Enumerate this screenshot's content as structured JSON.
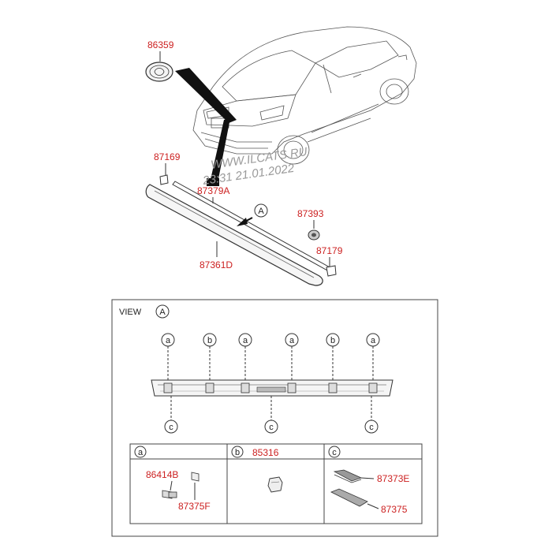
{
  "colors": {
    "part_number": "#cc2020",
    "line": "#333333",
    "watermark": "#9a9a9a"
  },
  "parts": {
    "emblem": "86359",
    "clip_left": "87169",
    "tape": "87379A",
    "grommet": "87393",
    "clip_right": "87179",
    "garnish": "87361D"
  },
  "watermark": {
    "line1": "WWW.ILCATS.RU",
    "line2": "23:31 21.01.2022"
  },
  "view_pointer": "A",
  "view": {
    "title": "VIEW",
    "letter": "A"
  },
  "callouts": {
    "top": [
      "a",
      "b",
      "a",
      "a",
      "b",
      "a"
    ],
    "bottom": [
      "c",
      "c",
      "c"
    ]
  },
  "legend": {
    "a": {
      "key": "a",
      "parts": [
        "86414B",
        "87375F"
      ]
    },
    "b": {
      "key": "b",
      "part": "85316"
    },
    "c": {
      "key": "c",
      "parts": [
        "87373E",
        "87375"
      ]
    }
  }
}
